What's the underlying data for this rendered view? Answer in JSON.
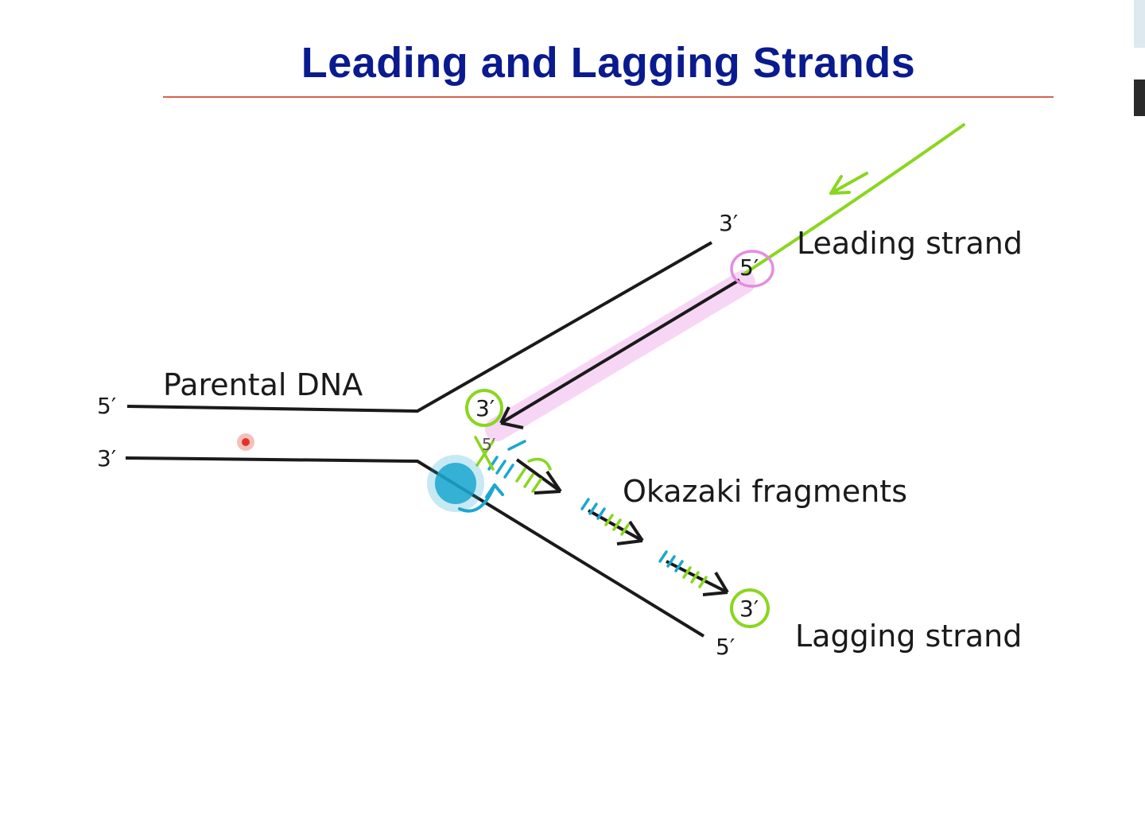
{
  "slide": {
    "title": "Leading and Lagging Strands"
  },
  "labels": {
    "parental_dna": "Parental DNA",
    "leading_strand": "Leading strand",
    "okazaki_fragments": "Okazaki fragments",
    "lagging_strand": "Lagging strand"
  },
  "ends": {
    "top_strand_left": "5′",
    "bottom_strand_left": "3′",
    "upper_arm_end": "3′",
    "leading_new_end": "5′",
    "leading_fork_end": "3′",
    "fork_primer_end": "5′",
    "lagging_arm_end": "5′",
    "okazaki_tip_end": "3′"
  },
  "colors": {
    "title": "#0a1a8f",
    "rule": "#d9604e",
    "strand": "#1a1a1a",
    "green_annotation": "#8ad61e",
    "cyan_annotation": "#1ba7cf",
    "pink_annotation": "#e58ce0",
    "pink_highlight": "#f5c9f2",
    "cursor_dot": "#e0342a"
  },
  "icons": {
    "cursor": "laser-pointer-dot-icon"
  }
}
